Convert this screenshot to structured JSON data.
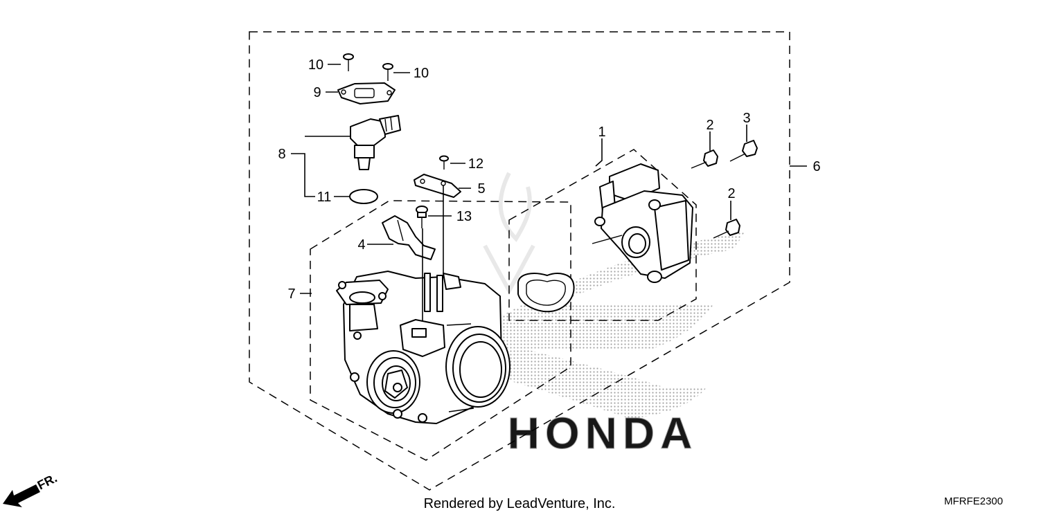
{
  "callouts": {
    "c1": "1",
    "c2a": "2",
    "c2b": "2",
    "c3": "3",
    "c4": "4",
    "c5": "5",
    "c6": "6",
    "c7": "7",
    "c8": "8",
    "c9": "9",
    "c10a": "10",
    "c10b": "10",
    "c11": "11",
    "c12": "12",
    "c13": "13"
  },
  "watermark": {
    "brand": "HONDA"
  },
  "front_indicator": "FR.",
  "footer": {
    "credit": "Rendered by LeadVenture, Inc.",
    "diagram_code": "MFRFE2300"
  }
}
